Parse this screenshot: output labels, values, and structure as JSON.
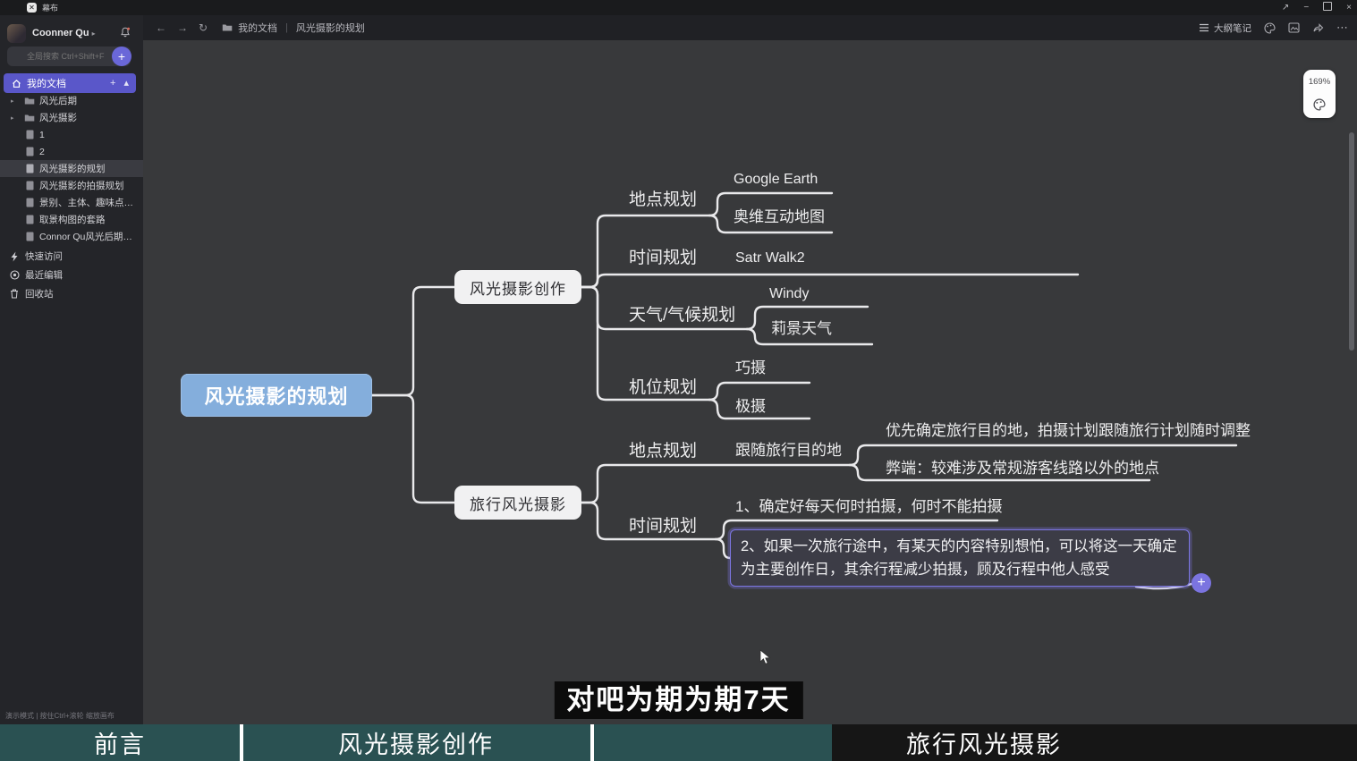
{
  "window": {
    "app_title": "幕布"
  },
  "sidebar": {
    "user": {
      "name": "Coonner Qu"
    },
    "search": {
      "placeholder": "全局搜索 Ctrl+Shift+F"
    },
    "docs_header": {
      "label": "我的文档"
    },
    "items": [
      {
        "label": "风光后期",
        "type": "folder"
      },
      {
        "label": "风光摄影",
        "type": "folder"
      },
      {
        "label": "1",
        "type": "doc"
      },
      {
        "label": "2",
        "type": "doc"
      },
      {
        "label": "风光摄影的规划",
        "type": "doc",
        "selected": true
      },
      {
        "label": "风光摄影的拍摄规划",
        "type": "doc"
      },
      {
        "label": "景别、主体、趣味点与取景…",
        "type": "doc"
      },
      {
        "label": "取景构图的套路",
        "type": "doc"
      },
      {
        "label": "Connor Qu风光后期思维导图",
        "type": "doc"
      }
    ],
    "shortcuts": [
      {
        "label": "快速访问"
      },
      {
        "label": "最近编辑"
      },
      {
        "label": "回收站"
      }
    ],
    "footer_hint": "演示模式 | 按住Ctrl+滚轮 缩放画布"
  },
  "toolbar": {
    "breadcrumb_folder": "我的文档",
    "breadcrumb_doc": "风光摄影的规划",
    "outline_button": "大纲笔记"
  },
  "canvas": {
    "zoom_level": "169%",
    "mindmap": {
      "root": {
        "label": "风光摄影的规划"
      },
      "branches": [
        {
          "label": "风光摄影创作",
          "children": [
            {
              "label": "地点规划",
              "children": [
                {
                  "label": "Google Earth"
                },
                {
                  "label": "奥维互动地图"
                }
              ]
            },
            {
              "label": "时间规划",
              "children": [
                {
                  "label": "Satr Walk2"
                }
              ]
            },
            {
              "label": "天气/气候规划",
              "children": [
                {
                  "label": "Windy"
                },
                {
                  "label": "莉景天气"
                }
              ]
            },
            {
              "label": "机位规划",
              "children": [
                {
                  "label": "巧摄"
                },
                {
                  "label": "极摄"
                }
              ]
            }
          ]
        },
        {
          "label": "旅行风光摄影",
          "children": [
            {
              "label": "地点规划",
              "children": [
                {
                  "label": "跟随旅行目的地",
                  "children": [
                    {
                      "label": "优先确定旅行目的地，拍摄计划跟随旅行计划随时调整"
                    },
                    {
                      "label": "弊端：较难涉及常规游客线路以外的地点"
                    }
                  ]
                }
              ]
            },
            {
              "label": "时间规划",
              "children": [
                {
                  "label": "1、确定好每天何时拍摄，何时不能拍摄"
                },
                {
                  "label": "2、如果一次旅行途中，有某天的内容特别想怕，可以将这一天确定为主要创作日，其余行程减少拍摄，顾及行程中他人感受",
                  "selected": true
                }
              ]
            }
          ]
        }
      ]
    }
  },
  "subtitle": {
    "text": "对吧为期为期7天"
  },
  "chapter_bar": {
    "segments": [
      {
        "label": "前言"
      },
      {
        "label": "风光摄影创作"
      },
      {
        "label": ""
      },
      {
        "label": "旅行风光摄影"
      }
    ]
  },
  "icons": {
    "back": "←",
    "forward": "→",
    "refresh": "↻",
    "more": "⋯",
    "caret_right": "▸",
    "caret_up": "▴",
    "plus": "+",
    "minimize": "−",
    "close": "×",
    "popout": "↗",
    "divider": "|"
  },
  "colors": {
    "accent_purple": "#6a67d8",
    "selection_border": "#7c76e3",
    "root_node_blue": "#84aedc",
    "chapter_teal": "#2a5152",
    "canvas_bg": "#38393b",
    "sidebar_bg": "#242529"
  }
}
